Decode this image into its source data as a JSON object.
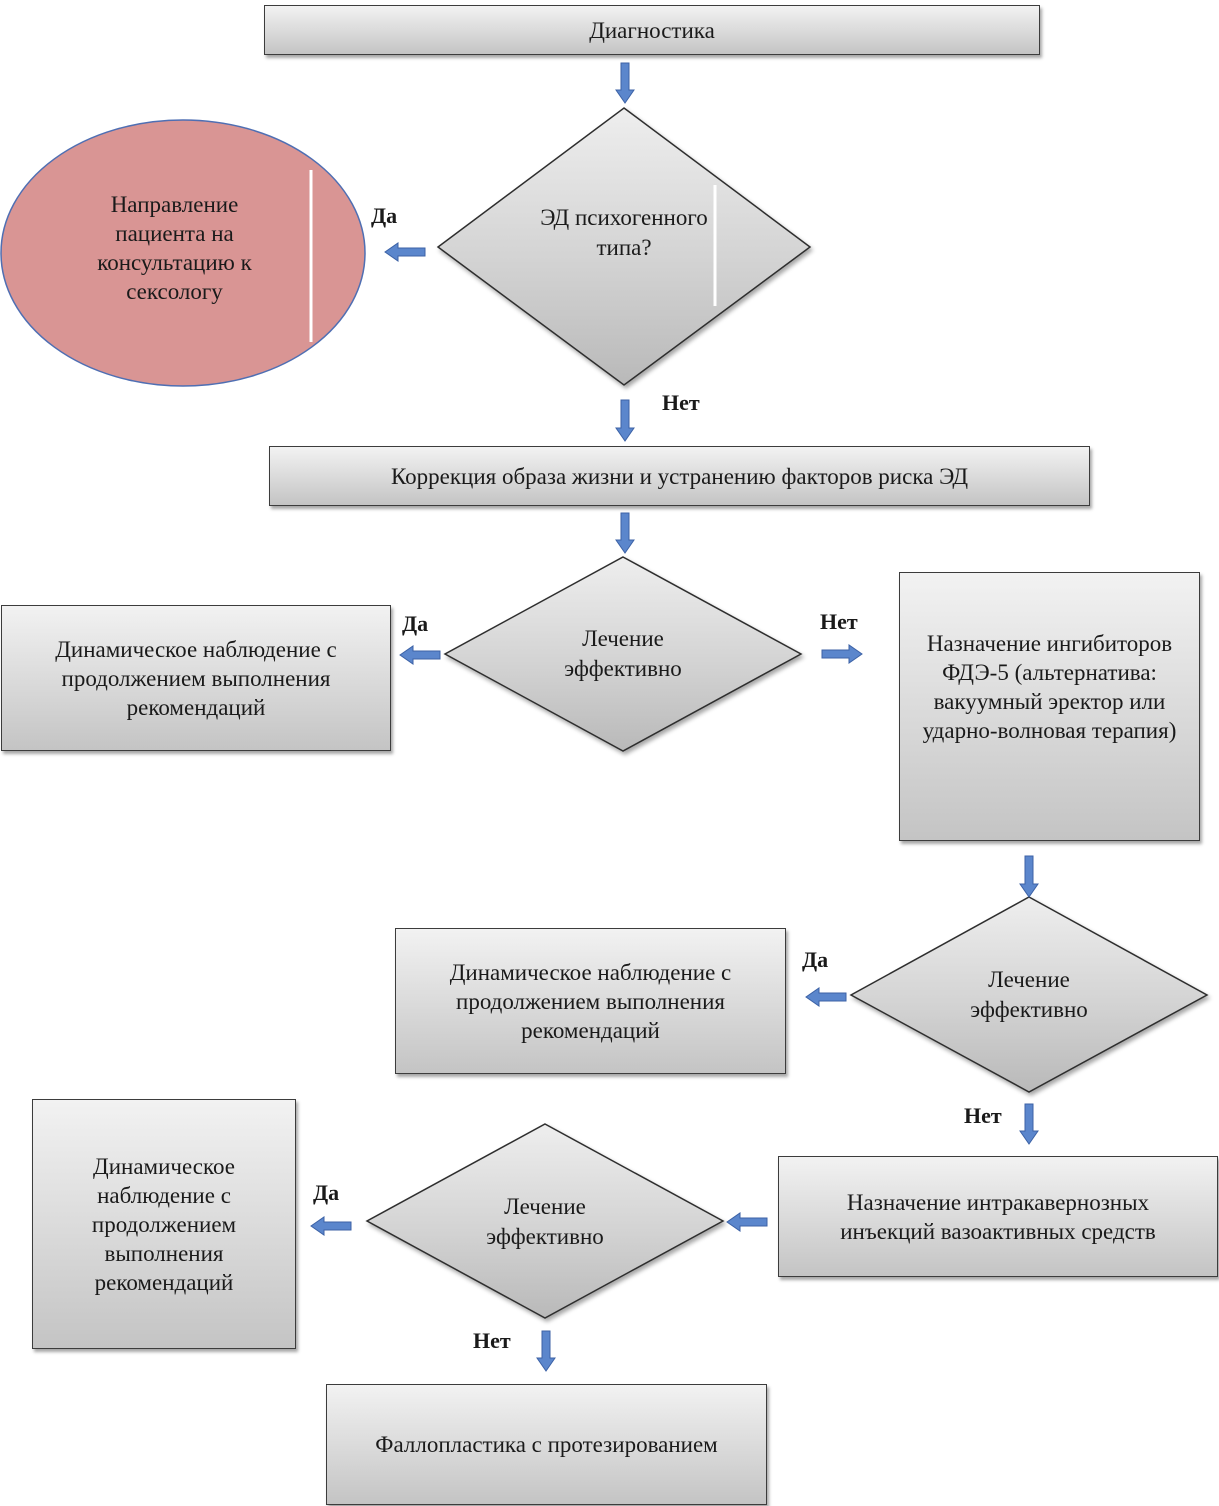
{
  "nodes": {
    "diagnostics": "Диагностика",
    "decision_psychogenic": "ЭД психогенного типа?",
    "sexologist": "Направление пациента на консультацию к сексологу",
    "lifestyle": "Коррекция образа жизни и устранению факторов риска ЭД",
    "decision_1": "Лечение эффективно",
    "observation_1": "Динамическое наблюдение с продолжением выполнения рекомендаций",
    "pde5": "Назначение ингибиторов ФДЭ-5 (альтернатива: вакуумный эректор или ударно-волновая терапия)",
    "decision_2": "Лечение эффективно",
    "observation_2": "Динамическое наблюдение с продолжением выполнения рекомендаций",
    "injections": "Назначение интракавернозных инъекций вазоактивных средств",
    "decision_3": "Лечение эффективно",
    "observation_3": "Динамическое наблюдение с продолжением выполнения рекомендаций",
    "phalloplasty": "Фаллопластика с протезированием"
  },
  "labels": {
    "yes": "Да",
    "no": "Нет"
  },
  "colors": {
    "box_fill_top": "#f2f2f2",
    "box_fill_bottom": "#c4c4c4",
    "oval_fill": "#d99594",
    "oval_stroke": "#4f6fb3",
    "arrow_fill": "#5b86cc",
    "arrow_stroke": "#3c62a6"
  }
}
